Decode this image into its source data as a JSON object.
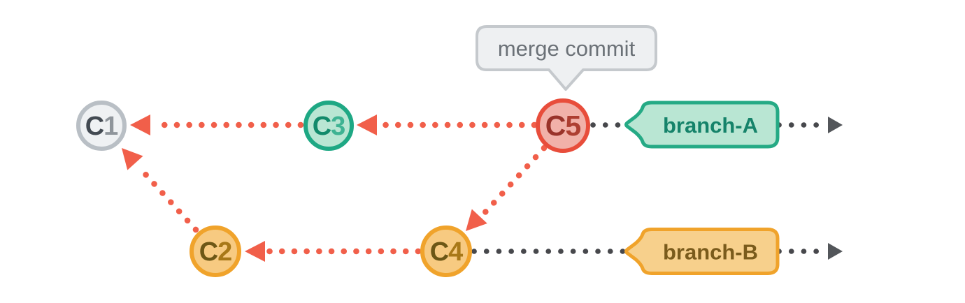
{
  "diagram": {
    "kind": "git-merge-commit-graph",
    "tooltip": {
      "text": "merge commit",
      "points_to": "C5"
    },
    "commits": [
      {
        "id": "C1",
        "letter": "C",
        "digit": "1",
        "row": "top",
        "theme": "gray"
      },
      {
        "id": "C2",
        "letter": "C",
        "digit": "2",
        "row": "bottom",
        "theme": "orange"
      },
      {
        "id": "C3",
        "letter": "C",
        "digit": "3",
        "row": "top",
        "theme": "teal"
      },
      {
        "id": "C4",
        "letter": "C",
        "digit": "4",
        "row": "bottom",
        "theme": "orange"
      },
      {
        "id": "C5",
        "letter": "C",
        "digit": "5",
        "row": "top",
        "theme": "red"
      }
    ],
    "branches": [
      {
        "id": "branch-a",
        "label": "branch-A",
        "theme": "teal",
        "row": "top"
      },
      {
        "id": "branch-b",
        "label": "branch-B",
        "theme": "orange",
        "row": "bottom"
      }
    ],
    "parent_edges": [
      {
        "from": "C3",
        "to": "C1"
      },
      {
        "from": "C5",
        "to": "C3"
      },
      {
        "from": "C5",
        "to": "C4"
      },
      {
        "from": "C4",
        "to": "C2"
      },
      {
        "from": "C2",
        "to": "C1"
      }
    ],
    "icons": {
      "timeline_arrow": "right-triangle",
      "parent_arrow": "left-triangle"
    }
  },
  "colors": {
    "gray_fill": "#eff1f3",
    "gray_stroke": "#b9bfc5",
    "gray_letter": "#434a52",
    "gray_digit": "#8f959b",
    "teal_fill": "#b9e6d3",
    "teal_stroke": "#1ea884",
    "teal_letter": "#128a6b",
    "teal_digit": "#3fb393",
    "red_fill": "#f1b1a9",
    "red_stroke": "#e84d3b",
    "red_letter": "#99332a",
    "red_digit": "#ad3e31",
    "orange_fill": "#f7ca81",
    "orange_stroke": "#f0a32b",
    "orange_letter": "#6d5716",
    "orange_digit": "#a87818",
    "taga_fill": "#b9e6d3",
    "taga_stroke": "#25aa85",
    "taga_text": "#15836a",
    "tagb_fill": "#f7d08c",
    "tagb_stroke": "#f0a32b",
    "tagb_text": "#7a5b1c",
    "tooltip_fill": "#eef0f2",
    "tooltip_stroke": "#c5c9cd",
    "tooltip_text": "#6b7177",
    "parent_edge": "#f15f4a",
    "timeline_dot": "#47484c",
    "timeline_arrow": "#53565a"
  }
}
